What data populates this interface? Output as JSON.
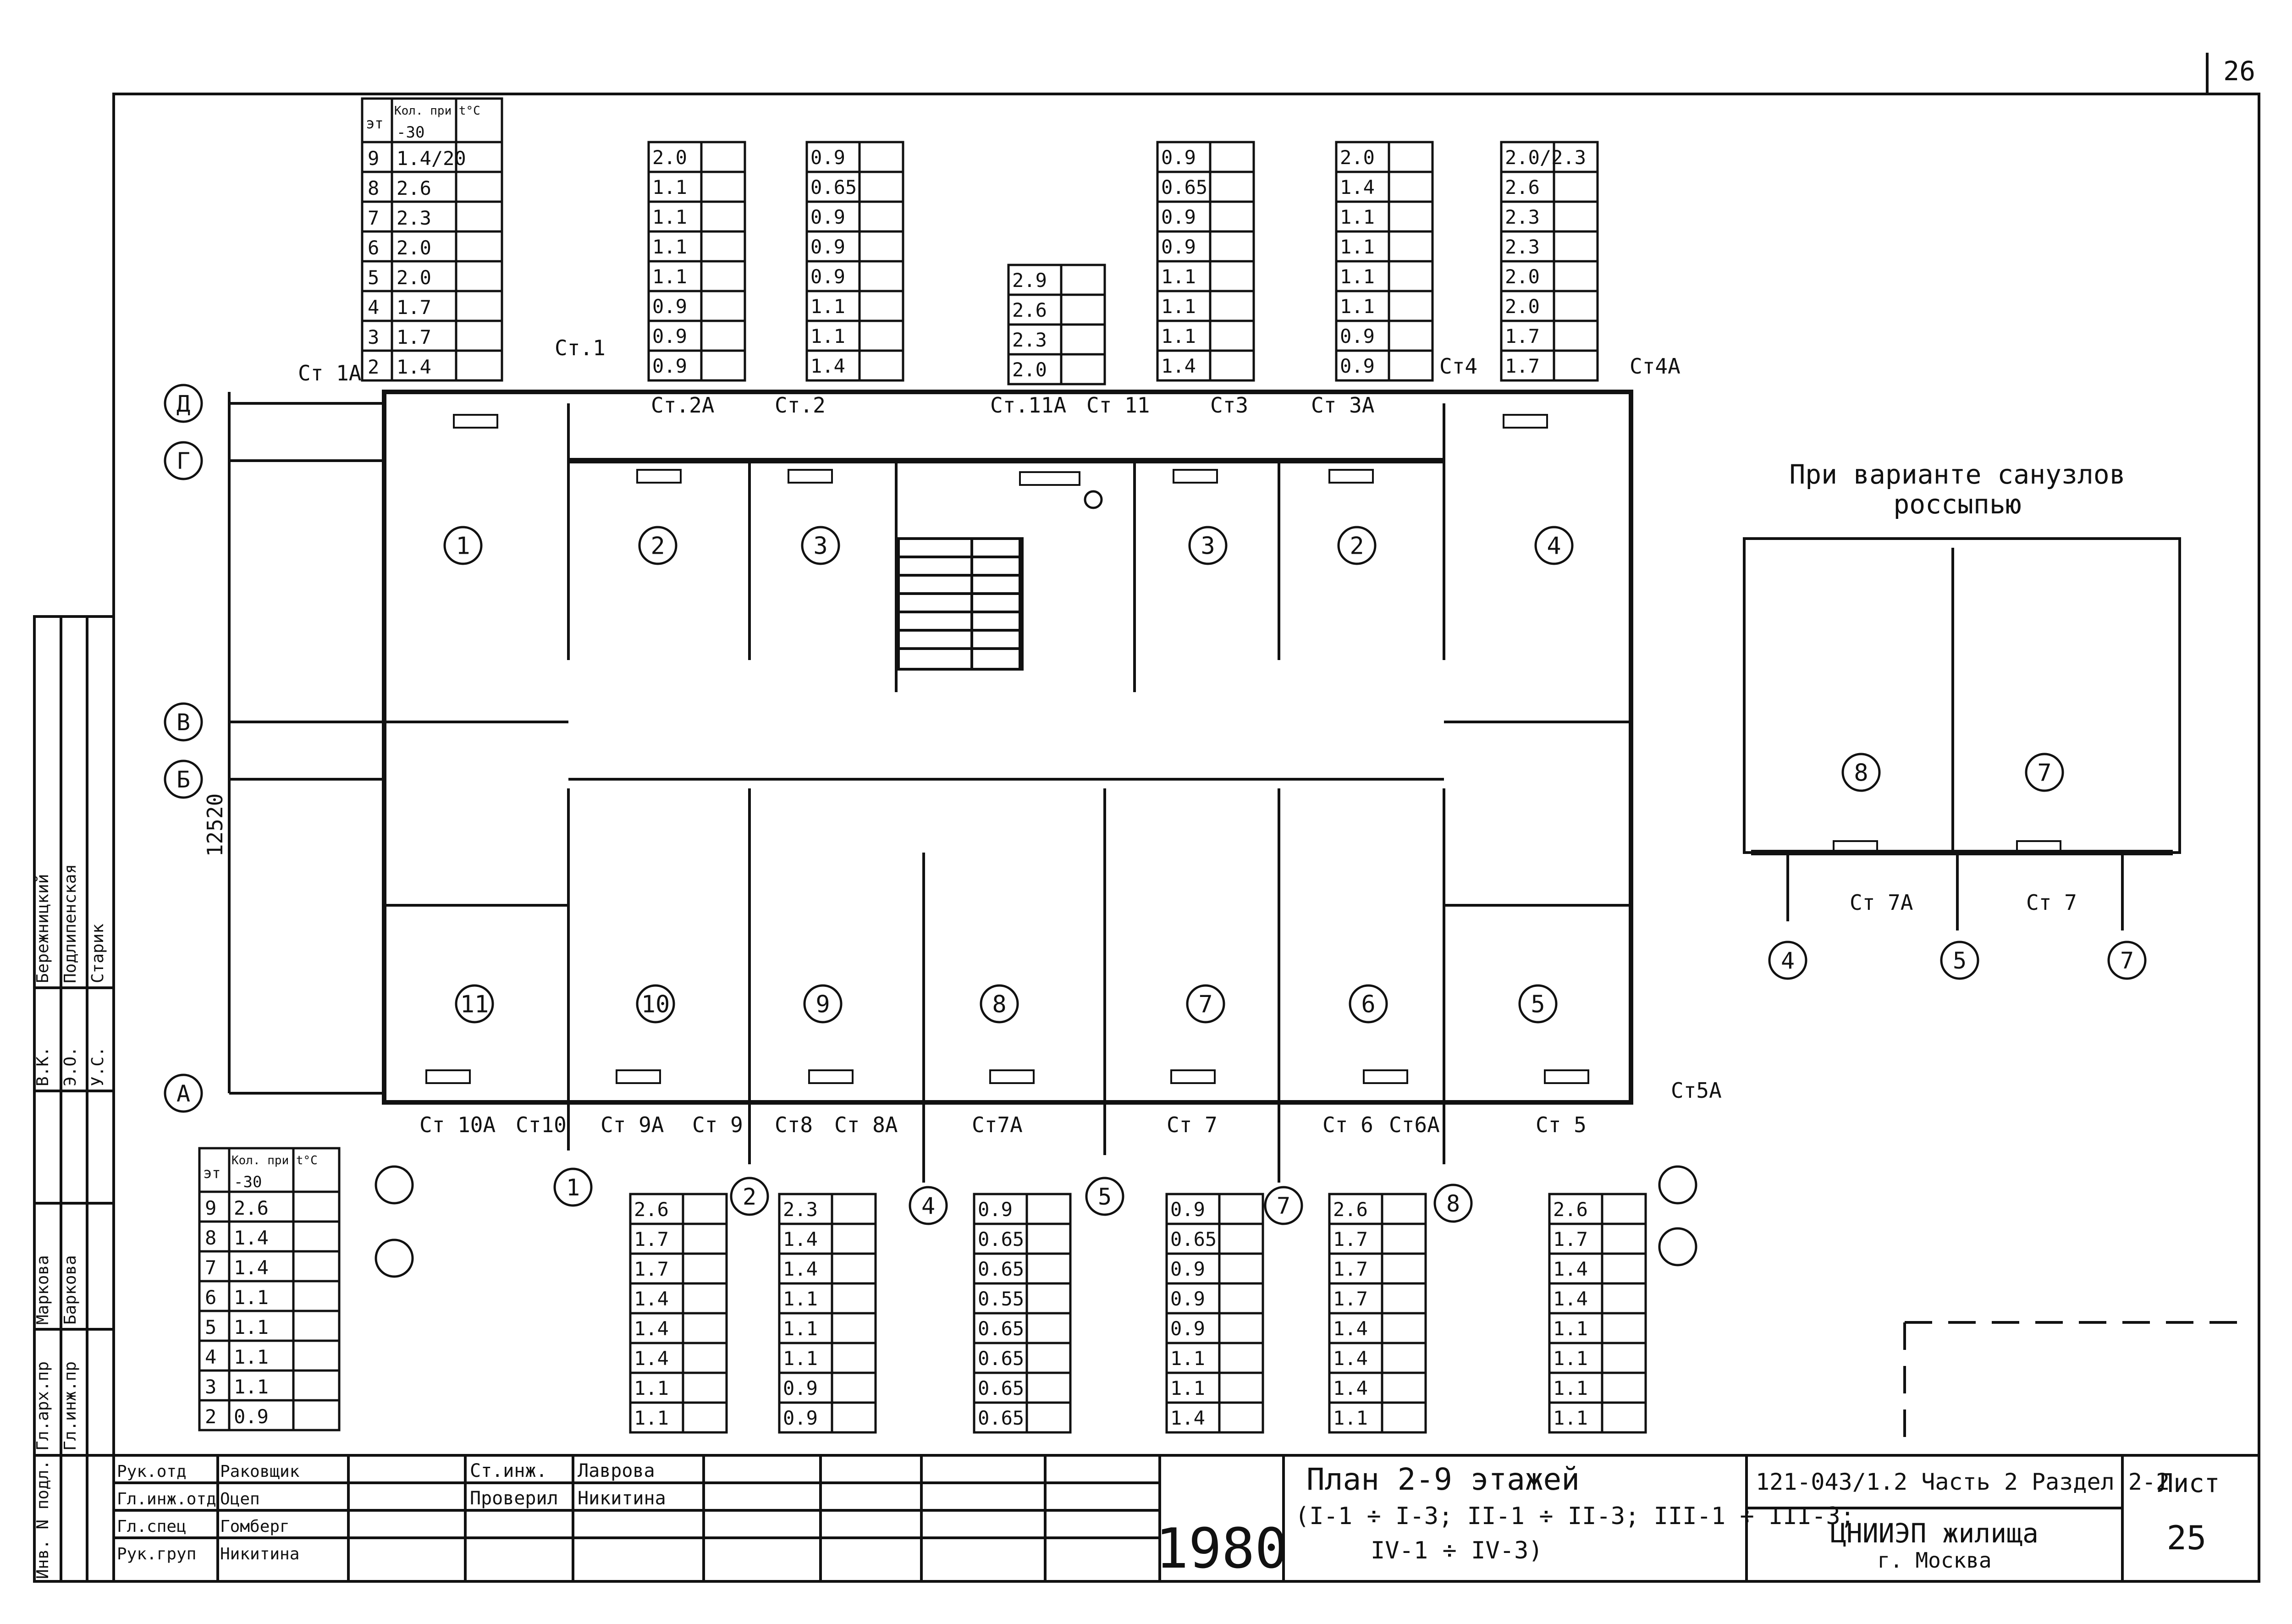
{
  "sheet": {
    "page_no": "26",
    "year": "1980",
    "title_line1": "План 2-9 этажей",
    "title_line2": "(I-1 ÷ I-3; II-1 ÷ II-3; III-1 ÷ III-3;",
    "title_line3": "IV-1 ÷ IV-3)",
    "code": "121-043/1.2 Часть 2 Раздел 2-2",
    "org": "ЦНИИЭП жилища",
    "city": "г. Москва",
    "list_label": "Лист",
    "list_no": "25",
    "dim_vertical": "12520"
  },
  "signatures": [
    {
      "role": "Рук.отд",
      "name": "Раковщик"
    },
    {
      "role": "Гл.инж.отд",
      "name": "Оцеп"
    },
    {
      "role": "Гл.спец",
      "name": "Гомберг"
    },
    {
      "role": "Рук.груп",
      "name": "Никитина"
    },
    {
      "role": "Ст.инж.",
      "name": "Лаврова"
    },
    {
      "role": "Проверил",
      "name": "Никитина"
    }
  ],
  "left_stamp": [
    "Инв. N подл.",
    "Гл.арх.пр",
    "Маркова",
    "Гл.инж.пр",
    "Баркова",
    "В.К.",
    "Бережницкий",
    "Э.О.",
    "Подлипенская",
    "У.С.",
    "Старик"
  ],
  "axes_rows": [
    "Д",
    "Г",
    "В",
    "Б",
    "А"
  ],
  "axes_cols": [
    "1",
    "2",
    "4",
    "5",
    "7",
    "8"
  ],
  "rooms_top": [
    "1",
    "2",
    "3",
    "3",
    "2",
    "4"
  ],
  "rooms_bottom": [
    "11",
    "10",
    "9",
    "8",
    "7",
    "6",
    "5"
  ],
  "risers_top": [
    "Ст 1А",
    "Ст.1",
    "Ст.2А",
    "Ст.2",
    "Ст.11А",
    "Ст 11",
    "Ст3",
    "Ст 3А",
    "Ст4",
    "Ст4А"
  ],
  "risers_bottom": [
    "Ст 10А",
    "Ст10",
    "Ст 9А",
    "Ст 9",
    "Ст8",
    "Ст 8А",
    "Ст7А",
    "Ст 7",
    "Ст 6",
    "Ст6А",
    "Ст 5",
    "Ст5А"
  ],
  "inset": {
    "title1": "При варианте санузлов",
    "title2": "россыпью",
    "rooms": [
      "8",
      "7"
    ],
    "risers": [
      "Ст 7А",
      "Ст 7"
    ],
    "axes": [
      "4",
      "5",
      "7"
    ]
  },
  "table_header": {
    "floor": "эт",
    "qty": "Кол. при t°С",
    "temp": "-30"
  },
  "top_left_table": {
    "floors": [
      "9",
      "8",
      "7",
      "6",
      "5",
      "4",
      "3",
      "2"
    ],
    "values": [
      "1.4/20",
      "2.6",
      "2.3",
      "2.0",
      "2.0",
      "1.7",
      "1.7",
      "1.4"
    ]
  },
  "bottom_left_table": {
    "floors": [
      "9",
      "8",
      "7",
      "6",
      "5",
      "4",
      "3",
      "2"
    ],
    "values": [
      "2.6",
      "1.4",
      "1.4",
      "1.1",
      "1.1",
      "1.1",
      "1.1",
      "0.9"
    ]
  },
  "top_columns": [
    [
      "2.0",
      "1.1",
      "1.1",
      "1.1",
      "1.1",
      "0.9",
      "0.9",
      "0.9"
    ],
    [
      "0.9",
      "0.65",
      "0.9",
      "0.9",
      "0.9",
      "1.1",
      "1.1",
      "1.4"
    ],
    [
      "2.9",
      "2.6",
      "2.3",
      "2.0"
    ],
    [
      "0.9",
      "0.65",
      "0.9",
      "0.9",
      "1.1",
      "1.1",
      "1.1",
      "1.4"
    ],
    [
      "2.0",
      "1.4",
      "1.1",
      "1.1",
      "1.1",
      "1.1",
      "0.9",
      "0.9"
    ],
    [
      "2.0/2.3",
      "2.6",
      "2.3",
      "2.3",
      "2.0",
      "2.0",
      "1.7",
      "1.7"
    ]
  ],
  "bottom_columns": [
    [
      "2.6",
      "1.7",
      "1.7",
      "1.4",
      "1.4",
      "1.4",
      "1.1",
      "1.1"
    ],
    [
      "2.3",
      "1.4",
      "1.4",
      "1.1",
      "1.1",
      "1.1",
      "0.9",
      "0.9"
    ],
    [
      "0.9",
      "0.65",
      "0.65",
      "0.55",
      "0.65",
      "0.65",
      "0.65",
      "0.65"
    ],
    [
      "0.9",
      "0.65",
      "0.9",
      "0.9",
      "0.9",
      "1.1",
      "1.1",
      "1.4"
    ],
    [
      "2.6",
      "1.7",
      "1.7",
      "1.7",
      "1.4",
      "1.4",
      "1.4",
      "1.1"
    ],
    [
      "2.6",
      "1.7",
      "1.4",
      "1.4",
      "1.1",
      "1.1",
      "1.1",
      "1.1"
    ]
  ]
}
